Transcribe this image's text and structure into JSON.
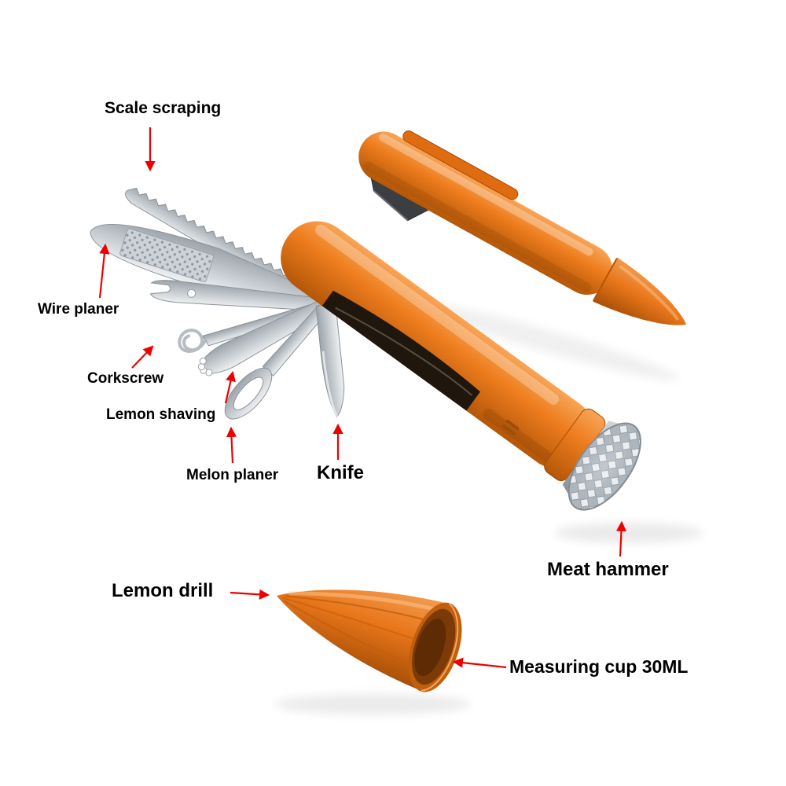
{
  "callouts": {
    "scale_scraping": "Scale scraping",
    "wire_planer": "Wire planer",
    "corkscrew": "Corkscrew",
    "lemon_shaving": "Lemon shaving",
    "melon_planer": "Melon planer",
    "knife": "Knife",
    "meat_hammer": "Meat hammer",
    "lemon_drill": "Lemon drill",
    "measuring_cup": "Measuring cup 30ML"
  },
  "colors": {
    "callout_line": "#ee0000",
    "label_text": "#000000",
    "background": "#ffffff",
    "product_orange": "#ee7d1e",
    "product_orange_dark": "#b45708",
    "metal": "#c9ced3"
  }
}
